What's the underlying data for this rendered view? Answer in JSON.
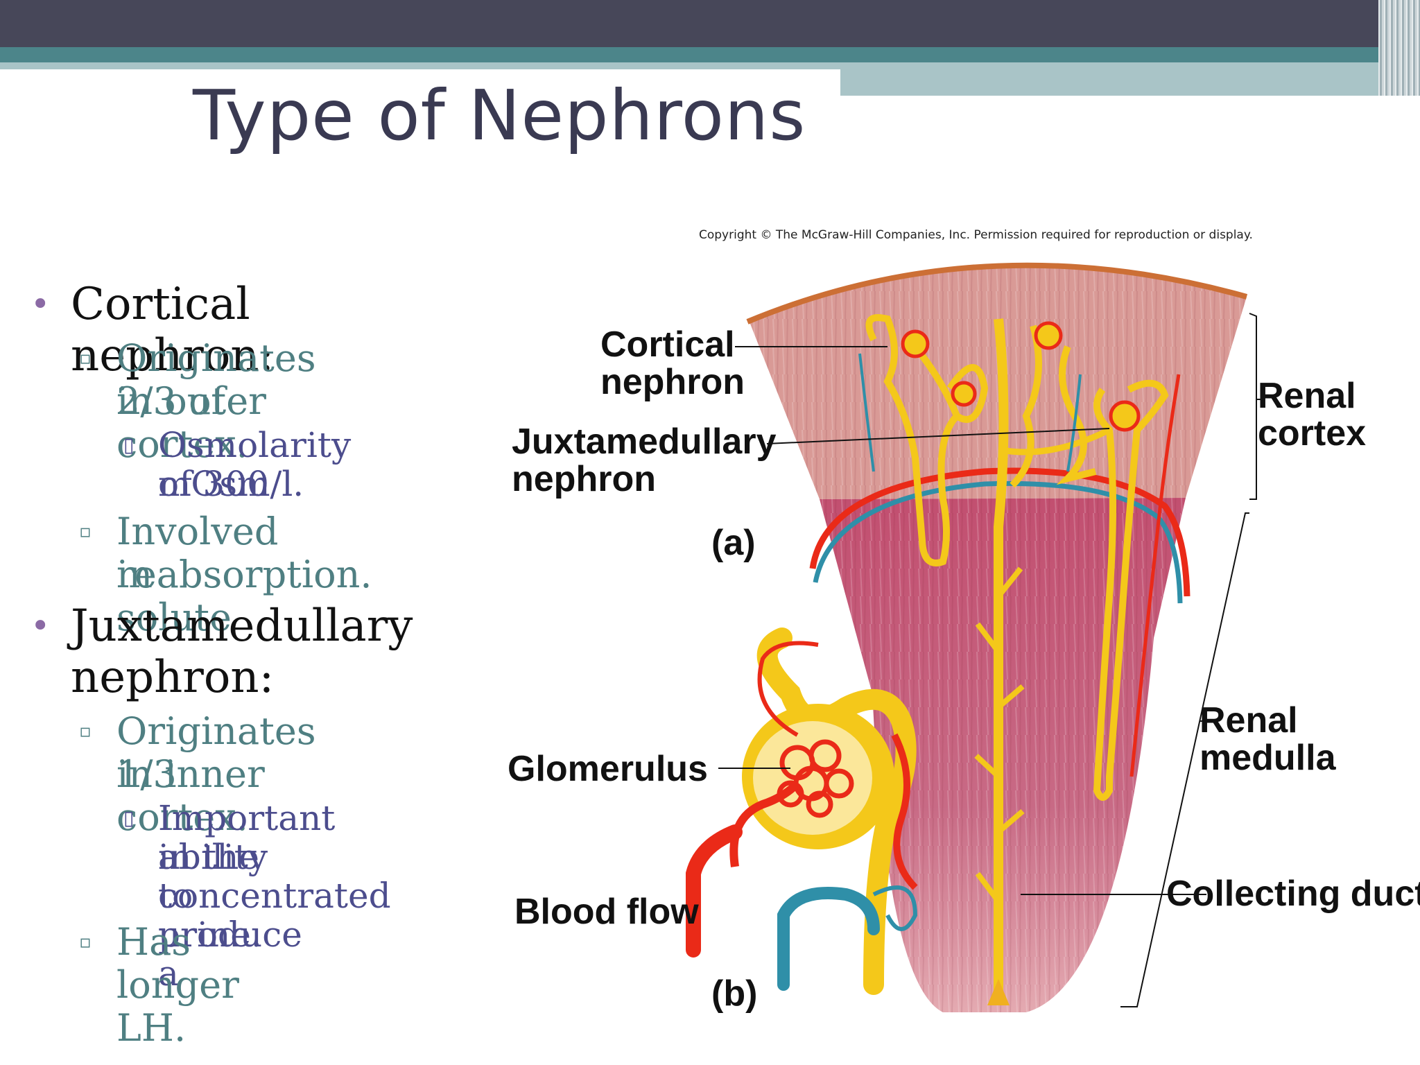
{
  "slide": {
    "title": "Type of Nephrons"
  },
  "bullets": {
    "cortical": {
      "heading": "Cortical nephron:",
      "sub1_line1": "Originates in outer",
      "sub1_line2": "2/3 of cortex.",
      "sub1_detail_line1": "Osmolarity of 300",
      "sub1_detail_line2": "mOsm/l.",
      "sub2_line1": "Involved in solute",
      "sub2_line2": "reabsorption."
    },
    "juxta": {
      "heading_line1": "Juxtamedullary",
      "heading_line2": "nephron:",
      "sub1_line1": "Originates in inner",
      "sub1_line2": "1/3 cortex.",
      "sub1_detail_line1": "Important in the",
      "sub1_detail_line2": "ability to produce a",
      "sub1_detail_line3": "concentrated urine.",
      "sub2": "Has longer LH."
    }
  },
  "figure": {
    "copyright": "Copyright © The McGraw-Hill Companies, Inc. Permission required for reproduction or display.",
    "labels": {
      "cortical_line1": "Cortical",
      "cortical_line2": "nephron",
      "juxta_line1": "Juxtamedullary",
      "juxta_line2": "nephron",
      "panel_a": "(a)",
      "renal_cortex_line1": "Renal",
      "renal_cortex_line2": "cortex",
      "renal_medulla_line1": "Renal",
      "renal_medulla_line2": "medulla",
      "glomerulus": "Glomerulus",
      "collecting_duct": "Collecting duct",
      "blood_flow": "Blood flow",
      "panel_b": "(b)"
    },
    "colors": {
      "cortex": "#d99a96",
      "medulla": "#c55b78",
      "capsule": "#cc6f35",
      "tubule": "#f4c81a",
      "artery": "#ea2a18",
      "vein": "#2f8fa8"
    }
  }
}
